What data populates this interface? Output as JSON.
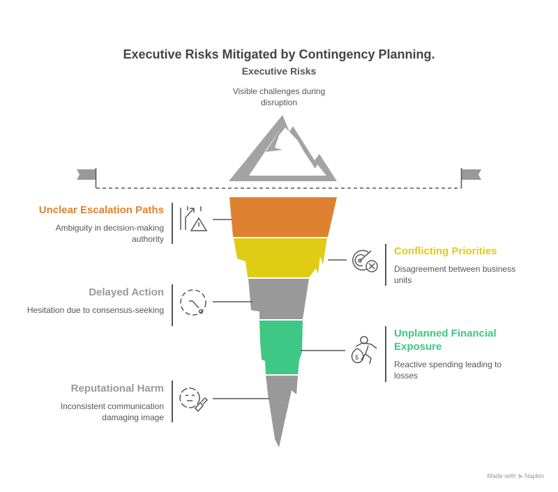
{
  "title": "Executive Risks Mitigated by Contingency Planning.",
  "top": {
    "heading": "Executive Risks",
    "description": "Visible challenges during disruption"
  },
  "colors": {
    "orange": "#DE8231",
    "yellow": "#E0CB15",
    "gray": "#999999",
    "green": "#3EC785"
  },
  "items": [
    {
      "label": "Unclear Escalation Paths",
      "description": "Ambiguity in decision-making authority",
      "color": "#DE8231",
      "icon": "escalation-warning-icon"
    },
    {
      "label": "Conflicting Priorities",
      "description": "Disagreement between business units",
      "color": "#E0CB15",
      "icon": "target-cross-icon"
    },
    {
      "label": "Delayed Action",
      "description": "Hesitation due to consensus-seeking",
      "color": "#999999",
      "icon": "delayed-timer-icon"
    },
    {
      "label": "Unplanned Financial Exposure",
      "description": "Reactive spending leading to losses",
      "color": "#3EC785",
      "icon": "running-money-icon"
    },
    {
      "label": "Reputational Harm",
      "description": "Inconsistent communication damaging image",
      "color": "#999999",
      "icon": "face-brush-icon"
    }
  ],
  "footer": {
    "made_with": "Made with ⋟ Napkin"
  }
}
